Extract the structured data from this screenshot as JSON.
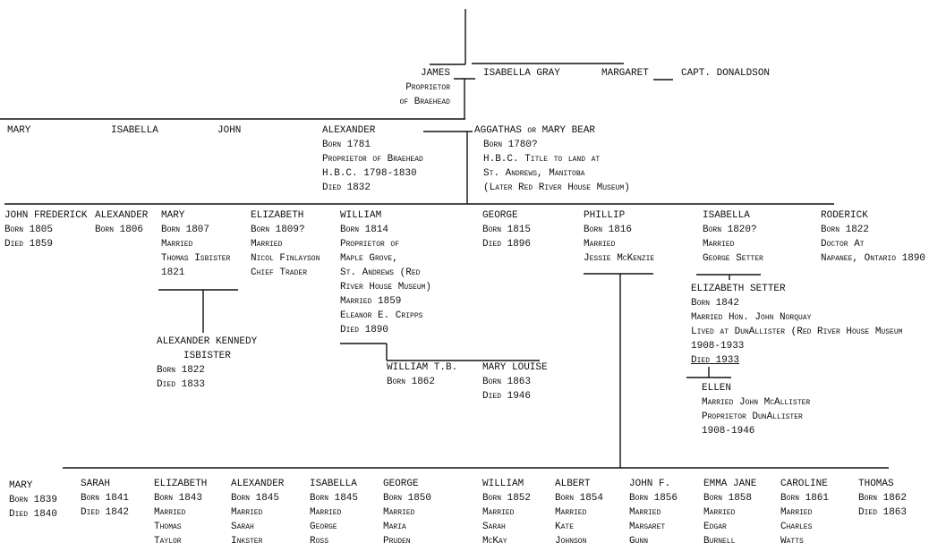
{
  "top": {
    "james": [
      "JAMES",
      "Proprietor",
      "of Braehead"
    ],
    "isabella_gray": [
      "ISABELLA GRAY"
    ],
    "margaret": [
      "MARGARET"
    ],
    "capt_donaldson": [
      "CAPT. DONALDSON"
    ]
  },
  "gen1": {
    "mary": [
      "MARY"
    ],
    "isabella": [
      "ISABELLA"
    ],
    "john": [
      "JOHN"
    ],
    "alexander": [
      "ALEXANDER",
      "Born 1781",
      "Proprietor of Braehead",
      "H.B.C. 1798-1830",
      "Died 1832"
    ],
    "aggathas": [
      "AGGATHAS or MARY BEAR",
      "Born 1780?",
      "H.B.C. Title to land at",
      "St. Andrews, Manitoba",
      "(Later Red River House Museum)"
    ]
  },
  "gen2": {
    "john_frederick": [
      "JOHN FREDERICK",
      "Born 1805",
      "Died 1859"
    ],
    "alexander": [
      "ALEXANDER",
      "Born 1806"
    ],
    "mary": [
      "MARY",
      "Born 1807",
      "Married",
      "Thomas Isbister",
      "1821"
    ],
    "elizabeth": [
      "ELIZABETH",
      "Born 1809?",
      "Married",
      "Nicol Finlayson",
      "Chief Trader"
    ],
    "william": [
      "WILLIAM",
      "Born 1814",
      "Proprietor of",
      "Maple Grove,",
      "St. Andrews (Red",
      "River House Museum)",
      "Married 1859",
      "Eleanor E. Cripps",
      "Died 1890"
    ],
    "george": [
      "GEORGE",
      "Born 1815",
      "Died 1896"
    ],
    "phillip": [
      "PHILLIP",
      "Born 1816",
      "Married",
      "Jessie McKenzie"
    ],
    "isabella": [
      "ISABELLA",
      "Born 1820?",
      "Married",
      "George Setter"
    ],
    "roderick": [
      "RODERICK",
      "Born 1822",
      "Doctor At",
      "Napanee, Ontario 1890"
    ]
  },
  "gen3": {
    "alexander_kennedy": [
      "ALEXANDER KENNEDY",
      "ISBISTER",
      "Born 1822",
      "Died 1833"
    ],
    "william_tb": [
      "WILLIAM T.B.",
      "Born 1862"
    ],
    "mary_louise": [
      "MARY LOUISE",
      "Born 1863",
      "Died 1946"
    ],
    "elizabeth_setter": [
      "ELIZABETH SETTER",
      "Born 1842",
      "Married Hon. John Norquay",
      "Lived at DunAllister (Red River House Museum",
      "1908-1933",
      "Died 1933"
    ],
    "ellen": [
      "ELLEN",
      "Married John McAllister",
      "Proprietor DunAllister",
      "1908-1946"
    ]
  },
  "phillip_children": [
    [
      "MARY",
      "Born 1839",
      "Died 1840"
    ],
    [
      "SARAH",
      "Born 1841",
      "Died 1842"
    ],
    [
      "ELIZABETH",
      "Born 1843",
      "Married",
      "Thomas",
      "Taylor"
    ],
    [
      "ALEXANDER",
      "Born 1845",
      "Married",
      "Sarah",
      "Inkster"
    ],
    [
      "ISABELLA",
      "Born 1845",
      "Married",
      "George",
      "Ross"
    ],
    [
      "GEORGE",
      "Born 1850",
      "Married",
      "Maria",
      "Pruden"
    ],
    [
      "WILLIAM",
      "Born 1852",
      "Married",
      "Sarah",
      "McKay"
    ],
    [
      "ALBERT",
      "Born 1854",
      "Married",
      "Kate",
      "Johnson"
    ],
    [
      "JOHN F.",
      "Born 1856",
      "Married",
      "Margaret",
      "Gunn"
    ],
    [
      "EMMA JANE",
      "Born 1858",
      "Married",
      "Edgar",
      "Burnell"
    ],
    [
      "CAROLINE",
      "Born 1861",
      "Married",
      "Charles",
      "Watts"
    ],
    [
      "THOMAS",
      "Born 1862",
      "Died 1863"
    ]
  ]
}
